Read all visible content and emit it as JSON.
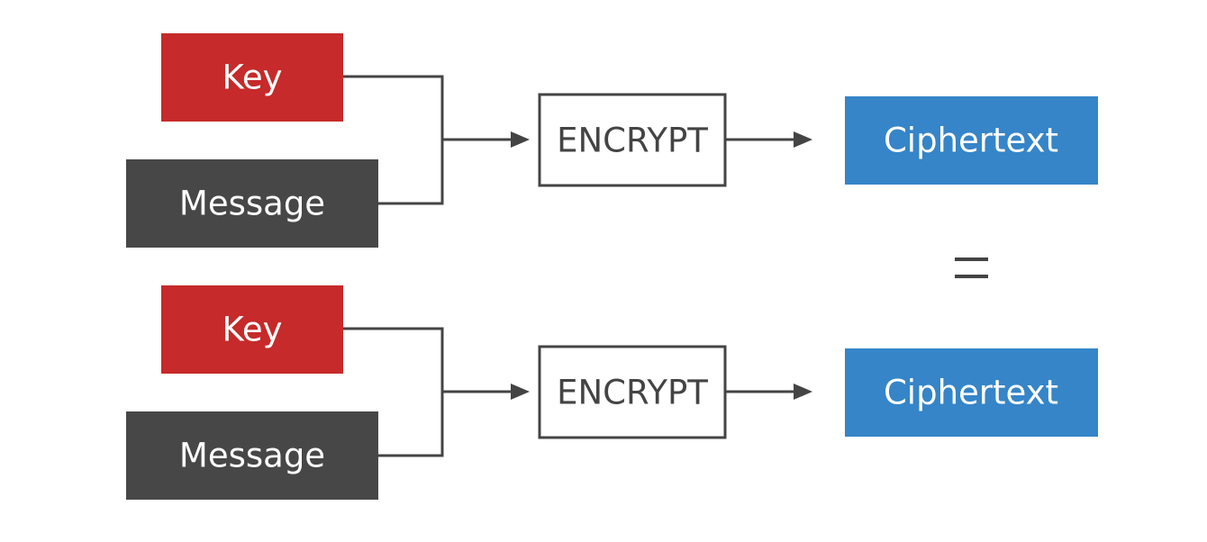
{
  "colors": {
    "key": "#c62a2a",
    "message": "#474747",
    "encrypt_border": "#444444",
    "ciphertext": "#3585c8",
    "connector": "#444444"
  },
  "rows": [
    {
      "key_label": "Key",
      "message_label": "Message",
      "encrypt_label": "ENCRYPT",
      "ciphertext_label": "Ciphertext"
    },
    {
      "key_label": "Key",
      "message_label": "Message",
      "encrypt_label": "ENCRYPT",
      "ciphertext_label": "Ciphertext"
    }
  ],
  "equals_symbol": "="
}
